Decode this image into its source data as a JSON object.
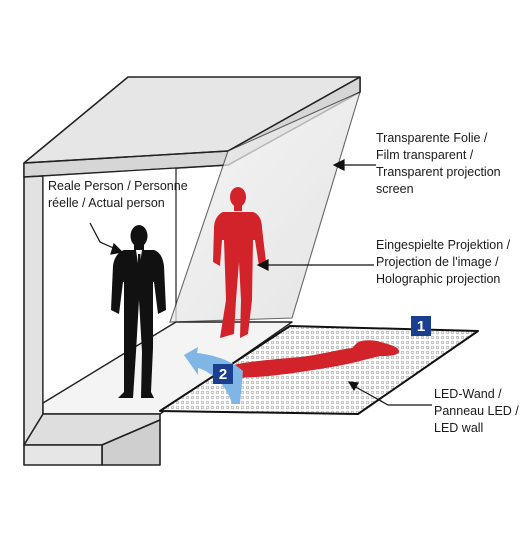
{
  "labels": {
    "real_person": [
      "Reale Person / Personne",
      "réelle / Actual person"
    ],
    "foil": [
      "Transparente Folie /",
      "Film transparent /",
      "Transparent projection",
      "screen"
    ],
    "projection": [
      "Eingespielte Projektion /",
      "Projection de l'image /",
      "Holographic projection"
    ],
    "led_wall": [
      "LED-Wand /",
      "Panneau LED /",
      "LED wall"
    ]
  },
  "badges": {
    "one": "1",
    "two": "2"
  },
  "colors": {
    "outline": "#222222",
    "box_fill": "#e6e6e6",
    "inner_fill": "#ffffff",
    "projection_red": "#d2232a",
    "badge_blue": "#1b3f8f",
    "arrow_blue": "#7fb6e6",
    "person_black": "#111111"
  }
}
